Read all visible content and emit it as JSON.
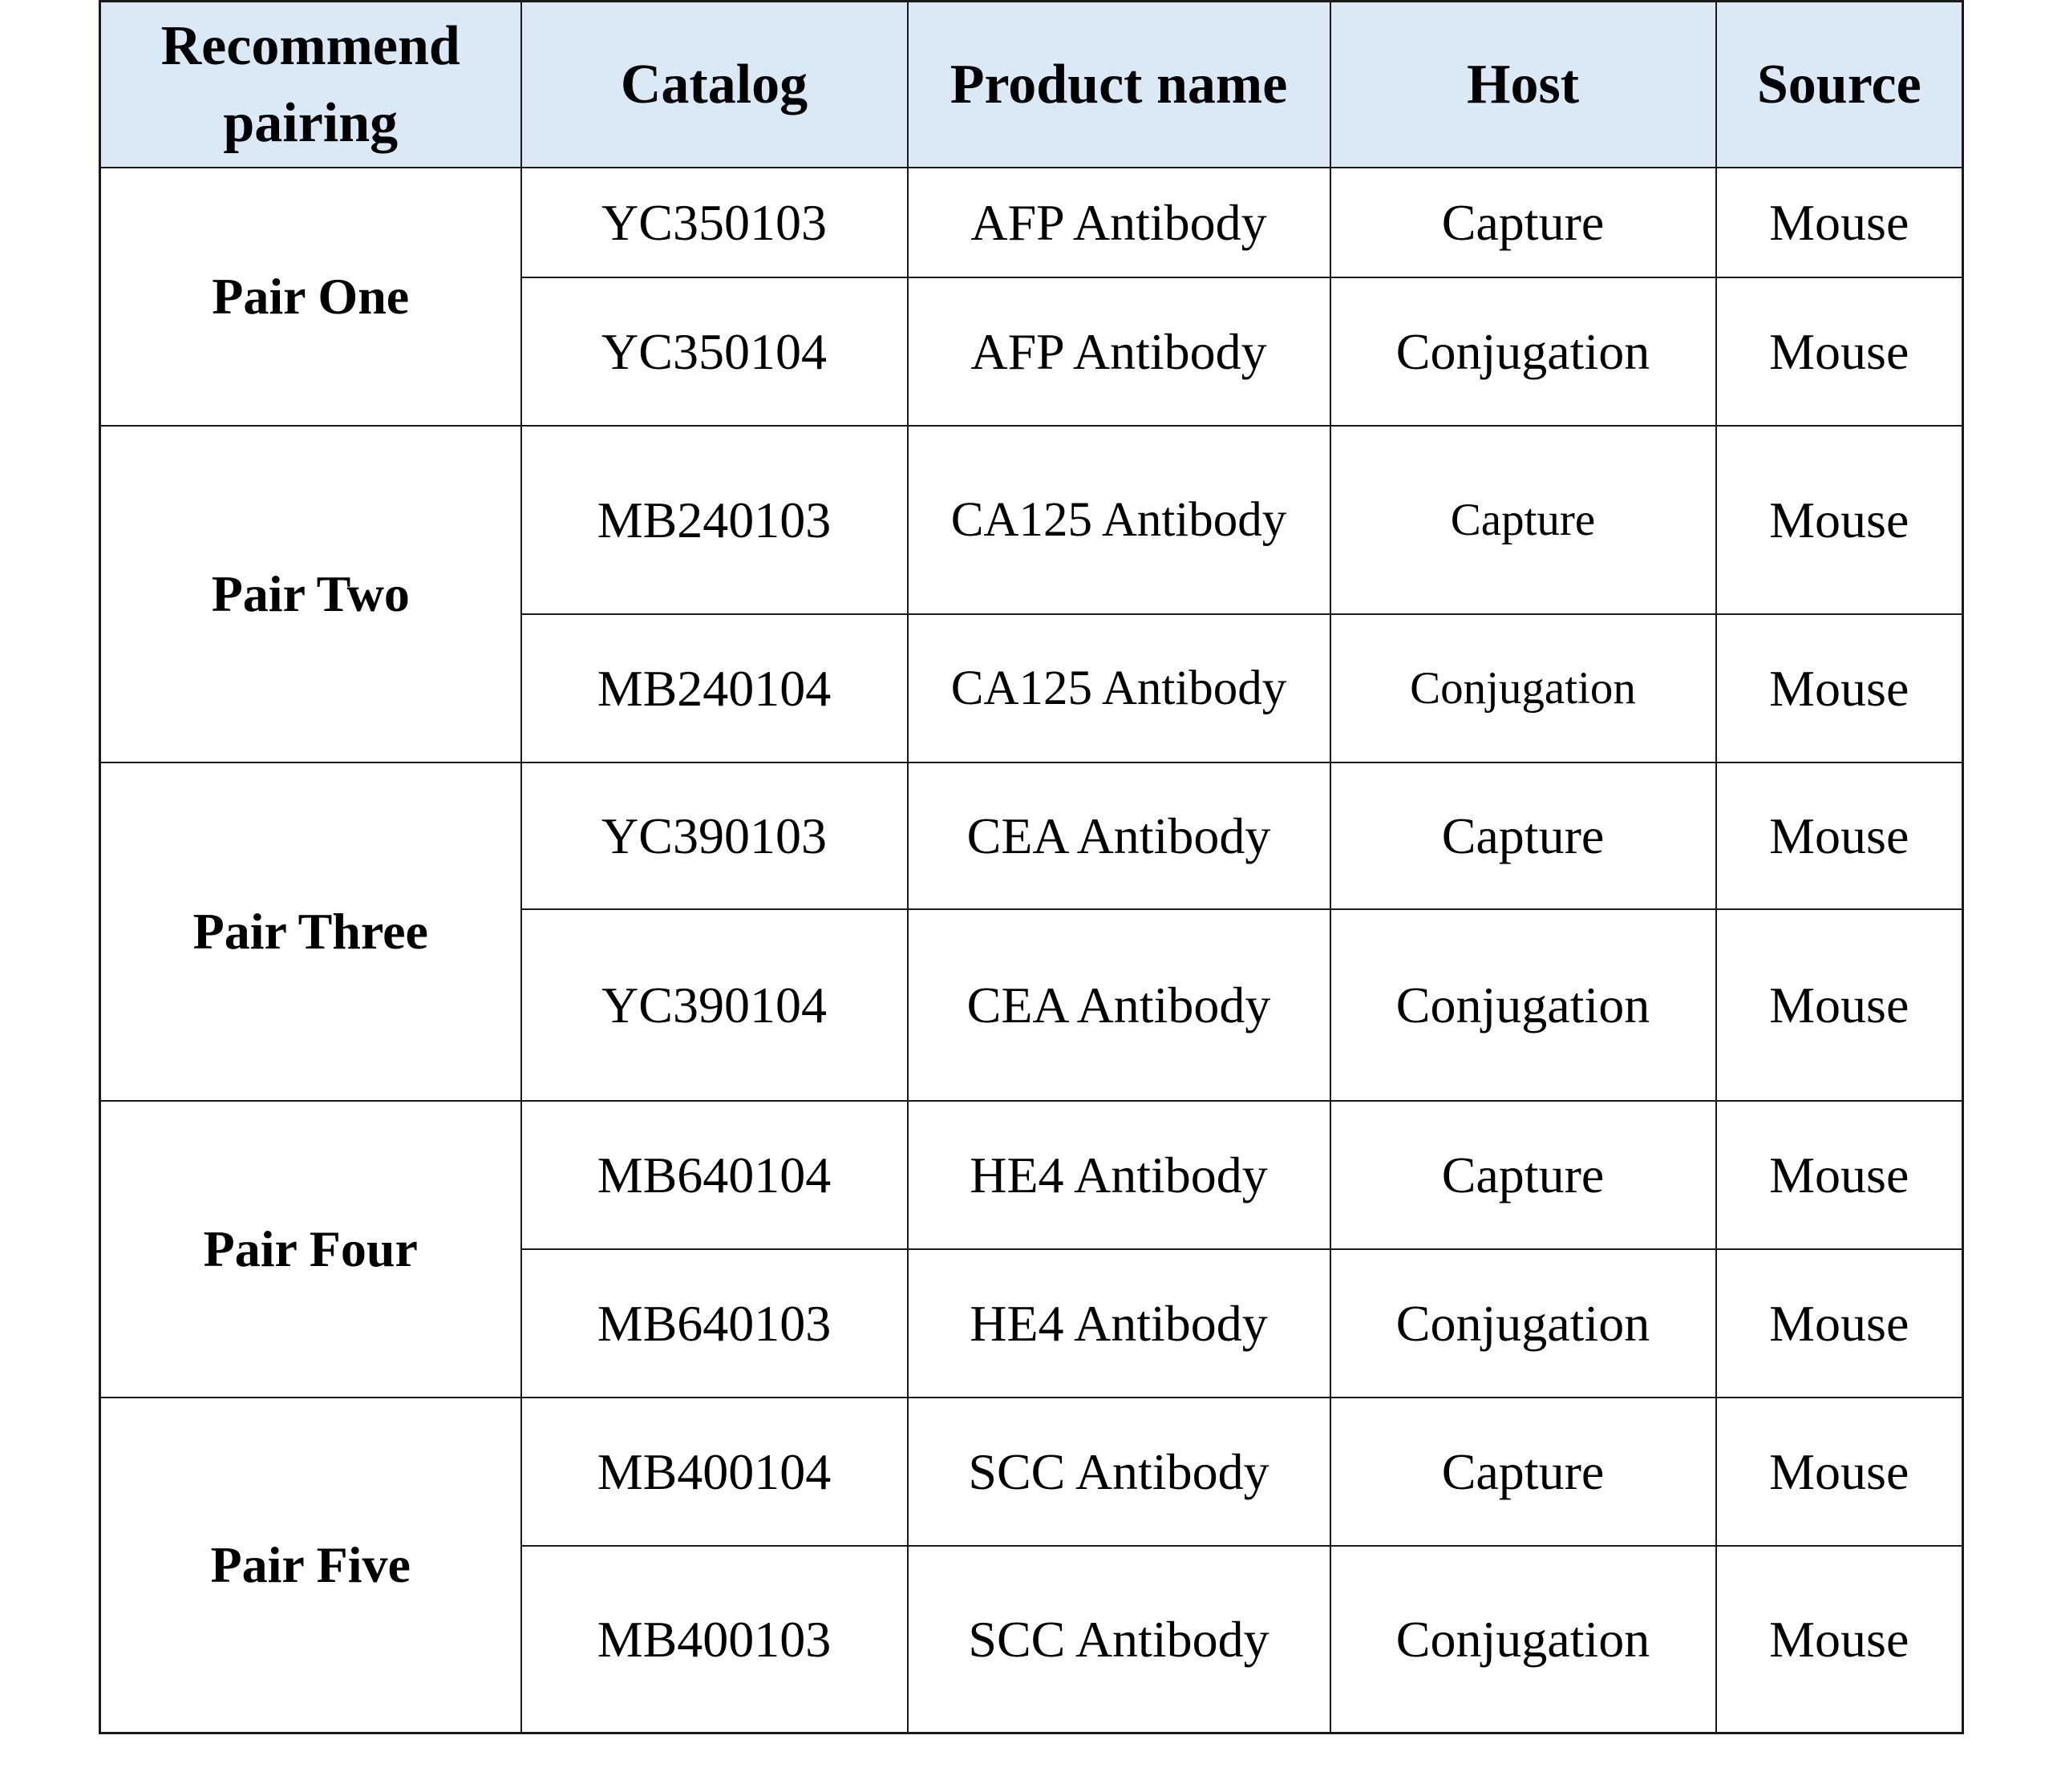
{
  "table": {
    "headers": {
      "pairing": "Recommend pairing",
      "catalog": "Catalog",
      "product_name": "Product name",
      "host": "Host",
      "source": "Source"
    },
    "pairs": [
      {
        "label": "Pair One",
        "rows": [
          {
            "catalog": "YC350103",
            "product_name": "AFP Antibody",
            "host": "Capture",
            "source": "Mouse"
          },
          {
            "catalog": "YC350104",
            "product_name": "AFP Antibody",
            "host": "Conjugation",
            "source": "Mouse"
          }
        ]
      },
      {
        "label": "Pair Two",
        "rows": [
          {
            "catalog": "MB240103",
            "product_name": "CA125 Antibody",
            "host": "Capture",
            "source": "Mouse"
          },
          {
            "catalog": "MB240104",
            "product_name": "CA125 Antibody",
            "host": "Conjugation",
            "source": "Mouse"
          }
        ]
      },
      {
        "label": "Pair Three",
        "rows": [
          {
            "catalog": "YC390103",
            "product_name": "CEA Antibody",
            "host": "Capture",
            "source": "Mouse"
          },
          {
            "catalog": "YC390104",
            "product_name": "CEA Antibody",
            "host": "Conjugation",
            "source": "Mouse"
          }
        ]
      },
      {
        "label": "Pair Four",
        "rows": [
          {
            "catalog": "MB640104",
            "product_name": "HE4 Antibody",
            "host": "Capture",
            "source": "Mouse"
          },
          {
            "catalog": "MB640103",
            "product_name": "HE4 Antibody",
            "host": "Conjugation",
            "source": "Mouse"
          }
        ]
      },
      {
        "label": "Pair Five",
        "rows": [
          {
            "catalog": "MB400104",
            "product_name": "SCC Antibody",
            "host": "Capture",
            "source": "Mouse"
          },
          {
            "catalog": "MB400103",
            "product_name": "SCC Antibody",
            "host": "Conjugation",
            "source": "Mouse"
          }
        ]
      }
    ]
  }
}
